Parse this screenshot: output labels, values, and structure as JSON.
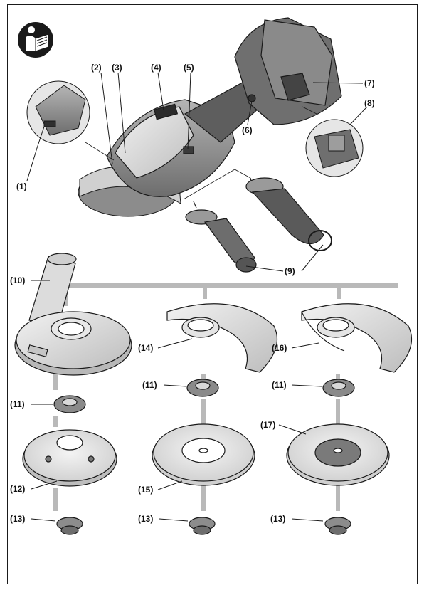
{
  "callouts": {
    "c1": "(1)",
    "c2": "(2)",
    "c3": "(3)",
    "c4": "(4)",
    "c5": "(5)",
    "c6": "(6)",
    "c7": "(7)",
    "c8": "(8)",
    "c9": "(9)",
    "c10": "(10)",
    "c11a": "(11)",
    "c11b": "(11)",
    "c11c": "(11)",
    "c12": "(12)",
    "c13a": "(13)",
    "c13b": "(13)",
    "c13c": "(13)",
    "c14": "(14)",
    "c15": "(15)",
    "c16": "(16)",
    "c17": "(17)"
  },
  "icons": {
    "manual": "read-manual-icon"
  },
  "colors": {
    "stroke": "#1a1a1a",
    "connector": "#b9b9b9",
    "body": "#8a8a8a",
    "dark": "#4d4d4d",
    "light": "#d9d9d9",
    "disc_center": "#7a7a7a"
  }
}
